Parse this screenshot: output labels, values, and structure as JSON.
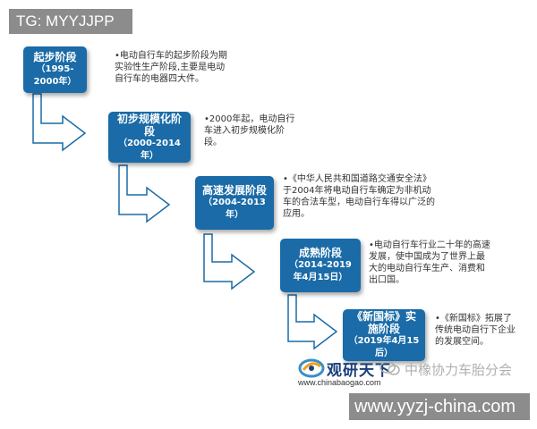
{
  "top_tag": "TG: MYYJJPP",
  "stages": [
    {
      "title": "起步阶段",
      "period": "（1995-2000年）",
      "description": "•电动自行车的起步阶段为期实验性生产阶段,主要是电动自行车的电器四大件。"
    },
    {
      "title": "初步规模化阶段",
      "period": "（2000-2014年）",
      "description": "•2000年起，电动自行车进入初步规模化阶段。"
    },
    {
      "title": "高速发展阶段",
      "period": "（2004-2013年）",
      "description": "•《中华人民共和国道路交通安全法》于2004年将电动自行车确定为非机动车的合法车型，电动自行车得以广泛的应用。"
    },
    {
      "title": "成熟阶段",
      "period": "（2014-2019年4月15日）",
      "description": "•电动自行车行业二十年的高速发展，使中国成为了世界上最大的电动自行车生产、消费和出口国。"
    },
    {
      "title": "《新国标》实施阶段",
      "period": "（2019年4月15后）",
      "description": "•《新国标》拓展了传统电动自行下企业的发展空间。"
    }
  ],
  "logo": {
    "brand": "观研天下",
    "url": "www.chinabaogao.com"
  },
  "watermarks": {
    "wechat": "中橡协力车胎分会",
    "site": "www.yyzj-china.com"
  },
  "colors": {
    "stage_fill": "#1a6ba7",
    "arrow_fill": "#ffffff",
    "arrow_stroke": "#1a6ba7"
  }
}
